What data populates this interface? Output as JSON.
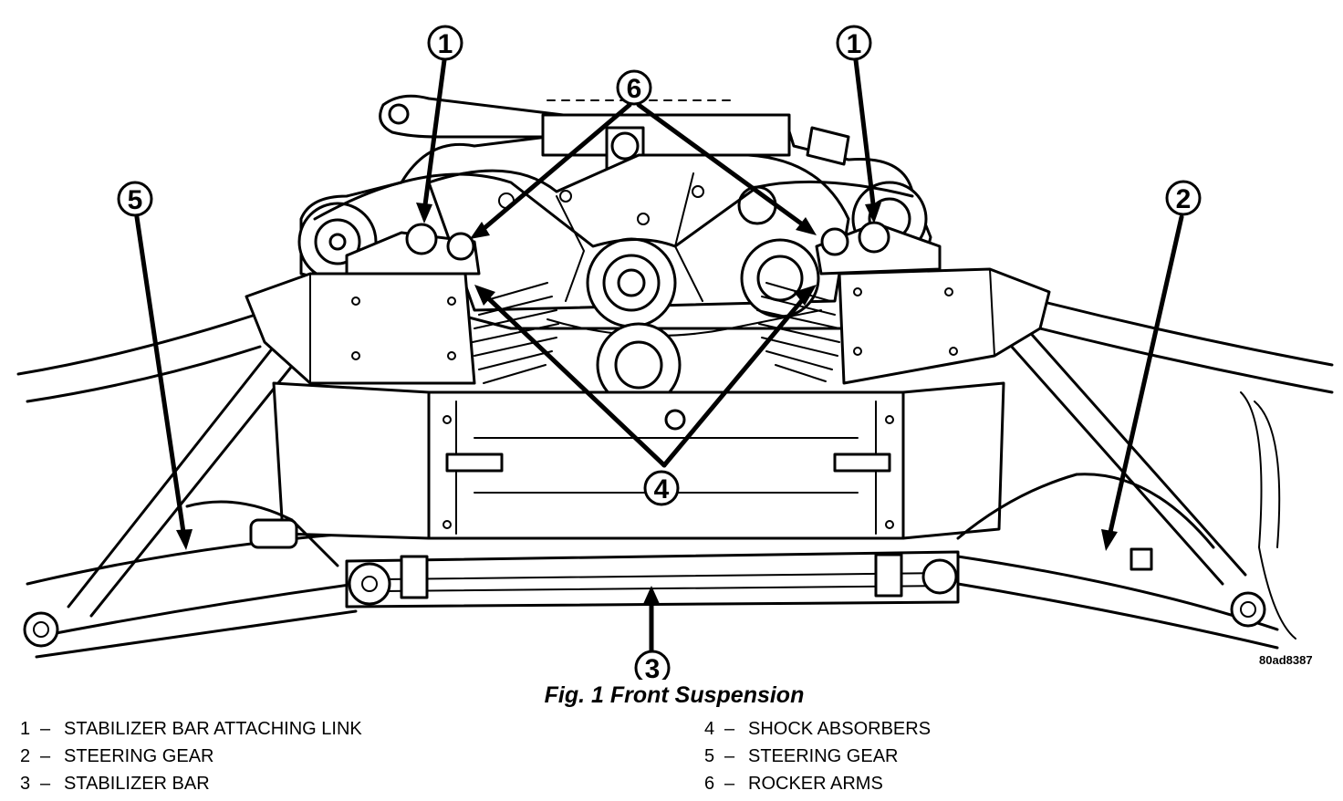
{
  "figure": {
    "code": "80ad8387",
    "caption": "Fig. 1 Front Suspension"
  },
  "callouts": [
    "1",
    "1",
    "6",
    "5",
    "2",
    "4",
    "3"
  ],
  "legend": {
    "separator": "–",
    "left": [
      {
        "num": "1",
        "text": "STABILIZER BAR ATTACHING LINK"
      },
      {
        "num": "2",
        "text": "STEERING GEAR"
      },
      {
        "num": "3",
        "text": "STABILIZER BAR"
      }
    ],
    "right": [
      {
        "num": "4",
        "text": "SHOCK ABSORBERS"
      },
      {
        "num": "5",
        "text": "STEERING GEAR"
      },
      {
        "num": "6",
        "text": "ROCKER ARMS"
      }
    ]
  }
}
